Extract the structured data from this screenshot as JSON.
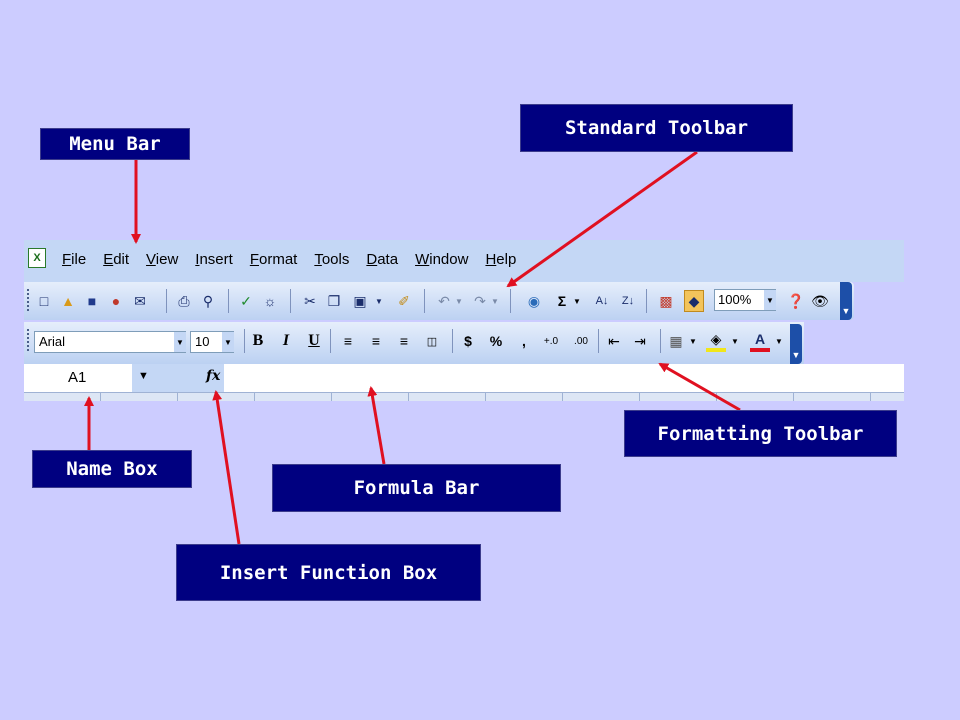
{
  "callouts": {
    "menu_bar": "Menu Bar",
    "standard_toolbar": "Standard Toolbar",
    "formatting_toolbar": "Formatting Toolbar",
    "name_box": "Name Box",
    "formula_bar": "Formula Bar",
    "insert_function_box": "Insert Function Box"
  },
  "menu": {
    "items": [
      "File",
      "Edit",
      "View",
      "Insert",
      "Format",
      "Tools",
      "Data",
      "Window",
      "Help"
    ]
  },
  "standard_toolbar": {
    "zoom": "100%"
  },
  "formatting_toolbar": {
    "font_name": "Arial",
    "font_size": "10",
    "bold": "B",
    "italic": "I",
    "underline": "U",
    "currency": "$",
    "percent": "%",
    "comma": ",",
    "increase_decimal": "+.0",
    "decrease_decimal": ".00"
  },
  "formula_bar": {
    "name_box_value": "A1",
    "fx": "fx"
  },
  "colors": {
    "background": "#ccccff",
    "callout": "#000080",
    "arrow": "#e01020",
    "toolbar": "#c4d7f5"
  },
  "icons": [
    "excel-icon",
    "new-icon",
    "open-icon",
    "save-icon",
    "permission-icon",
    "email-icon",
    "print-icon",
    "print-preview-icon",
    "spelling-icon",
    "research-icon",
    "cut-icon",
    "copy-icon",
    "paste-icon",
    "format-painter-icon",
    "undo-icon",
    "redo-icon",
    "hyperlink-icon",
    "autosum-icon",
    "sort-ascending-icon",
    "sort-descending-icon",
    "chart-wizard-icon",
    "drawing-icon",
    "help-icon",
    "read-icon",
    "toolbar-options-icon"
  ]
}
